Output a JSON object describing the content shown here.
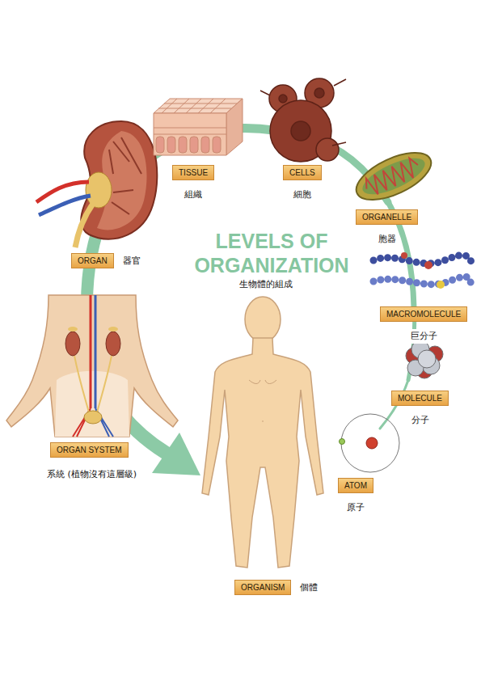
{
  "diagram": {
    "title": "LEVELS OF ORGANIZATION",
    "nodes": [
      {
        "text": [
          "TISSUE",
          "組織"
        ]
      },
      {
        "text": [
          "CELLS",
          "細胞"
        ]
      },
      {
        "text": [
          "ORGANELLE",
          "胞器"
        ]
      },
      {
        "text": [
          "ORGAN",
          "器官"
        ]
      },
      {
        "text": [
          "MACROMOLECULE",
          "巨分子"
        ]
      },
      {
        "text": [
          "MOLECULE",
          "分子"
        ]
      },
      {
        "text": [
          "ORGAN SYSTEM",
          "系統 (植物沒有這層級)"
        ]
      },
      {
        "text": [
          "ATOM",
          "原子"
        ]
      },
      {
        "text": [
          "ORGANISM",
          "個體"
        ]
      }
    ],
    "labels": [
      "生物體的組成"
    ]
  }
}
